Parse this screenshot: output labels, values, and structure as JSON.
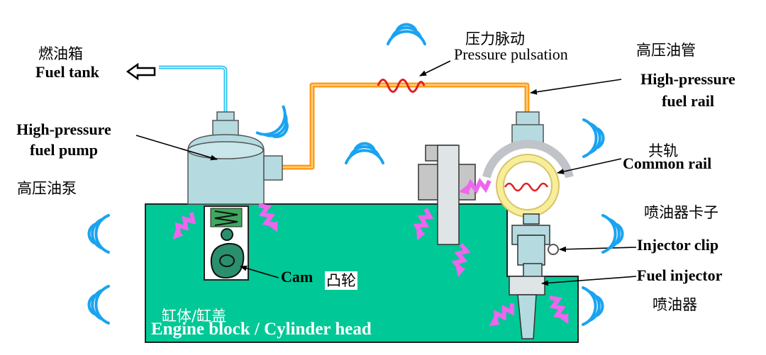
{
  "labels": {
    "fuel_tank_zh": "燃油箱",
    "fuel_tank_en": "Fuel tank",
    "pump_en_1": "High-pressure",
    "pump_en_2": "fuel pump",
    "pump_zh": "高压油泵",
    "pulsation_zh": "压力脉动",
    "pulsation_en": "Pressure pulsation",
    "rail_zh": "高压油管",
    "rail_en_1": "High-pressure",
    "rail_en_2": "fuel rail",
    "common_rail_zh": "共轨",
    "common_rail_en": "Common rail",
    "clip_zh": "喷油器卡子",
    "clip_en": "Injector clip",
    "injector_en": "Fuel injector",
    "injector_zh": "喷油器",
    "cam_en": "Cam",
    "cam_zh": "凸轮",
    "block_zh": "缸体/缸盖",
    "block_en": "Engine block / Cylinder head"
  },
  "colors": {
    "engine_block": "#00c896",
    "fuel_line_low": "#2ec3f0",
    "fuel_line_high": "#ff9c1a",
    "pulsation_spring": "#e02020",
    "vibration_waves": "#1aa3f0",
    "vibration_arrows": "#ee66ee",
    "component_fill": "#b5dbe0",
    "rail_ring": "#f7ee9a"
  }
}
